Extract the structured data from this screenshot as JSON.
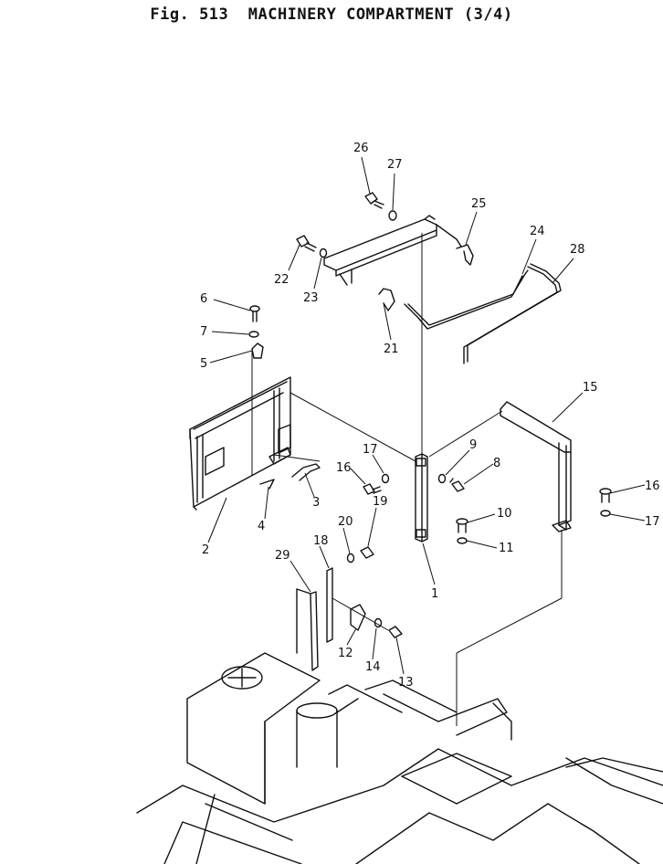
{
  "figure": {
    "title": "Fig. 513  MACHINERY COMPARTMENT (3/4)"
  },
  "callouts": [
    {
      "label": "26"
    },
    {
      "label": "27"
    },
    {
      "label": "25"
    },
    {
      "label": "24"
    },
    {
      "label": "28"
    },
    {
      "label": "22"
    },
    {
      "label": "23"
    },
    {
      "label": "21"
    },
    {
      "label": "6"
    },
    {
      "label": "7"
    },
    {
      "label": "5"
    },
    {
      "label": "15"
    },
    {
      "label": "17"
    },
    {
      "label": "9"
    },
    {
      "label": "8"
    },
    {
      "label": "16"
    },
    {
      "label": "16"
    },
    {
      "label": "17"
    },
    {
      "label": "3"
    },
    {
      "label": "4"
    },
    {
      "label": "2"
    },
    {
      "label": "19"
    },
    {
      "label": "20"
    },
    {
      "label": "10"
    },
    {
      "label": "11"
    },
    {
      "label": "18"
    },
    {
      "label": "29"
    },
    {
      "label": "1"
    },
    {
      "label": "12"
    },
    {
      "label": "14"
    },
    {
      "label": "13"
    }
  ]
}
